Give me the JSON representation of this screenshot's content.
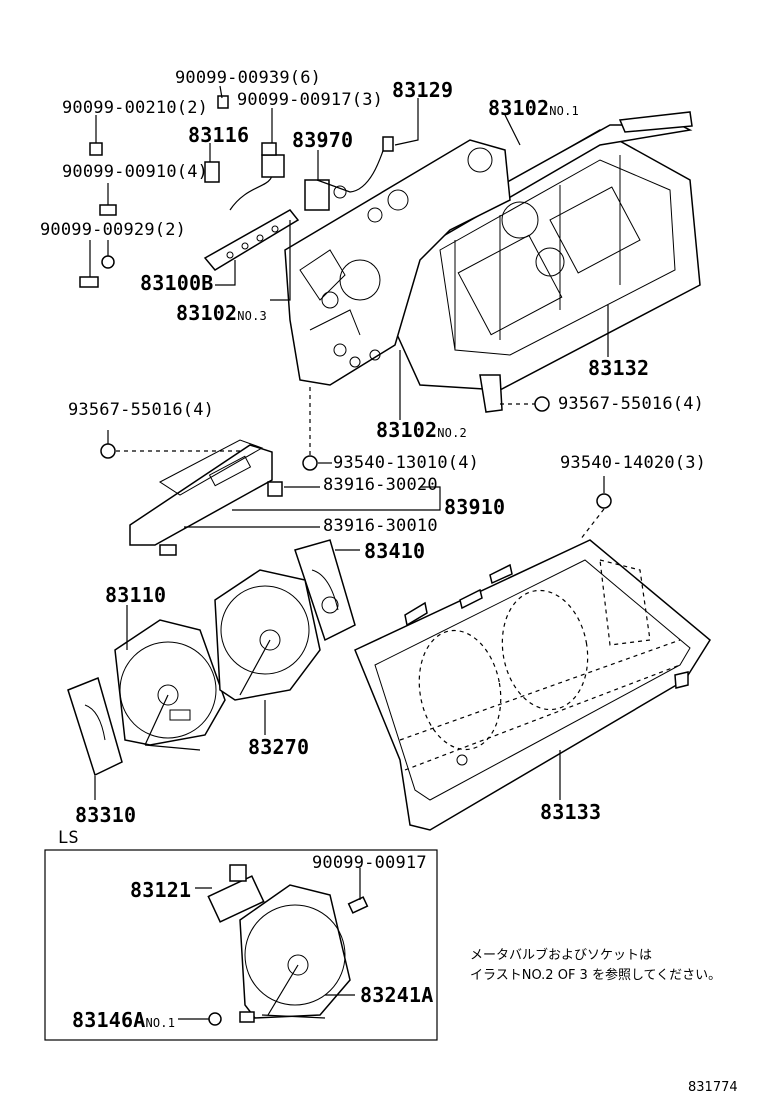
{
  "labels": {
    "p90099_00939": "90099-00939(6)",
    "p90099_00210": "90099-00210(2)",
    "p90099_00917_3": "90099-00917(3)",
    "p83129": "83129",
    "p83116": "83116",
    "p83970": "83970",
    "p83102_1": "83102",
    "no1": "NO.1",
    "p90099_00910": "90099-00910(4)",
    "p90099_00929": "90099-00929(2)",
    "p83100B": "83100B",
    "p83102_3": "83102",
    "no3": "NO.3",
    "p83132": "83132",
    "p93567_a": "93567-55016(4)",
    "p93567_b": "93567-55016(4)",
    "p83102_2": "83102",
    "no2": "NO.2",
    "p93540_13010": "93540-13010(4)",
    "p93540_14020": "93540-14020(3)",
    "p83916_30020": "83916-30020",
    "p83910": "83910",
    "p83916_30010": "83916-30010",
    "p83410": "83410",
    "p83110": "83110",
    "p83270": "83270",
    "p83310": "83310",
    "p83133": "83133",
    "ls": "LS",
    "p90099_00917": "90099-00917",
    "p83121": "83121",
    "p83241A": "83241A",
    "p83146A": "83146A",
    "no1b": "NO.1"
  },
  "note": {
    "line1": "メータバルブおよびソケットは",
    "line2": "イラストNO.2 OF 3 を参照してください。"
  },
  "ref_number": "831774"
}
